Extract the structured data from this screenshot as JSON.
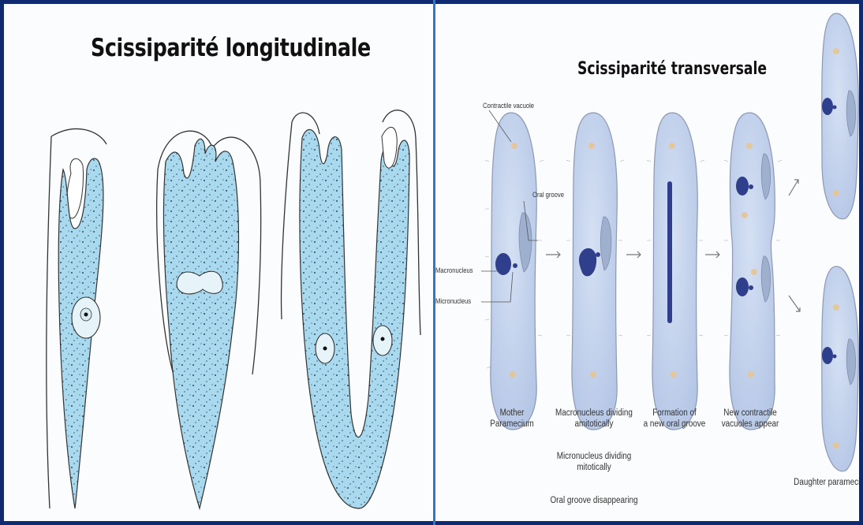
{
  "left_panel": {
    "title": "Scissiparité longitudinale"
  },
  "right_panel": {
    "title": "Scissiparité transversale",
    "labels": {
      "contractile_vacuole": "Contractile vacuole",
      "oral_groove": "Oral groove",
      "macronucleus": "Macronucleus",
      "micronucleus": "Micronucleus"
    },
    "captions": {
      "mother": "Mother\nParamecium",
      "macro_dividing": "Macronucleus dividing\namitotically",
      "micro_dividing": "Micronucleus dividing\nmitotically",
      "oral_disappearing": "Oral groove disappearing",
      "formation": "Formation of\na new oral groove",
      "new_vacuoles": "New contractile\nvacuoles appear",
      "daughters": "Daughter paramecia"
    }
  },
  "colors": {
    "border": "#0f2a6e",
    "divider": "#2f78c4",
    "cell_fill_left": "#a9d9ee",
    "cell_fill_right": "#c3d3ec",
    "nucleus": "#2f3f8c"
  }
}
